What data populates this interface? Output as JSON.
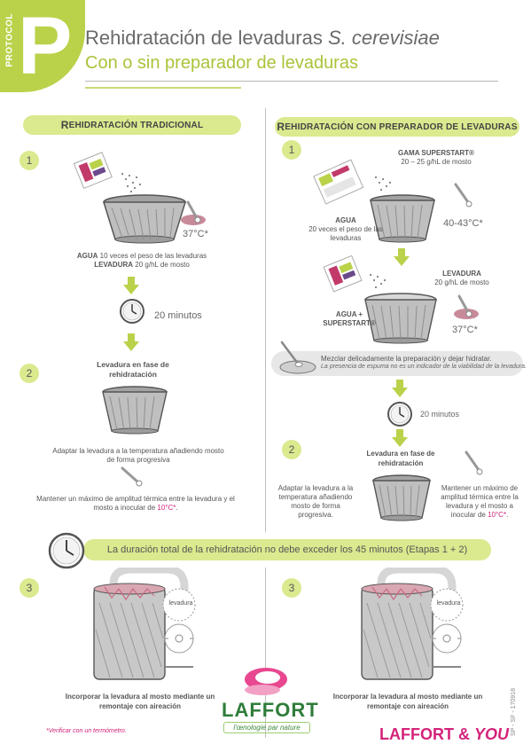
{
  "header": {
    "protocol_label": "PROTOCOL",
    "protocol_letter": "P",
    "title_main": "Rehidratación de levaduras ",
    "title_species": "S. cerevisiae",
    "subtitle": "Con o sin preparador de levaduras"
  },
  "left": {
    "heading_cap": "R",
    "heading_rest": "ehidratación tradicional",
    "step1": {
      "number": "1",
      "temperature": "37°C*",
      "agua_label": "AGUA",
      "agua_text": " 10 veces el peso de las levaduras",
      "levadura_label": "LEVADURA",
      "levadura_text": " 20 g/hL de mosto",
      "minutes": "20 minutos"
    },
    "step2": {
      "number": "2",
      "phase_title": "Levadura en fase de rehidratación",
      "adapt_text": "Adaptar la levadura a la temperatura añadiendo mosto de forma progresiva",
      "max_text": "Mantener un máximo de amplitud térmica entre la levadura y el mosto a inocular  de ",
      "max_value": "10°C*",
      "max_end": "."
    },
    "step3": {
      "number": "3",
      "tank_label": "levadura",
      "incorporate_text": "Incorporar la levadura al mosto mediante un remontaje con aireación"
    }
  },
  "right": {
    "heading_cap": "R",
    "heading_rest": "ehidratación con preparador de levaduras",
    "step1": {
      "number": "1",
      "gama_label": "GAMA SUPERSTART",
      "gama_reg": "®",
      "gama_dose": "20 – 25 g/hL de mosto",
      "temperature1": "40-43°C*",
      "agua_label": "AGUA",
      "agua_text": "20 veces el peso de las levaduras",
      "levadura_label": "LEVADURA",
      "levadura_dose": "20 g/hL de mosto",
      "agua_superstart": "AGUA + SUPERSTART®",
      "temperature2": "37°C*",
      "mix_text": "Mezclar delicadamente la preparación y dejar hidratar.",
      "foam_text": "La presencia de espuma no es un indicador de la viabilidad de la levadura.",
      "minutes": "20 minutos"
    },
    "step2": {
      "number": "2",
      "phase_title": "Levadura en fase de rehidratación",
      "adapt_text": "Adaptar la levadura a la temperatura añadiendo mosto de forma progresiva.",
      "max_text": "Mantener un máximo de amplitud térmica entre la levadura  y el mosto a inocular  de ",
      "max_value": "10°C*",
      "max_end": "."
    },
    "step3": {
      "number": "3",
      "tank_label": "levadura",
      "incorporate_text": "Incorporar la levadura al mosto mediante un remontaje con aireación"
    }
  },
  "duration_text": "La duración total de la rehidratación no debe exceder los 45 minutos (Etapas 1 + 2)",
  "footer": {
    "footnote": "*Verificar con un termómetro.",
    "brand": "LAFFORT",
    "tagline": "l'œnologie par nature",
    "brand2": "LAFFORT & ",
    "brand2_you": "YOU",
    "reference": "SP - SF - 170918"
  },
  "colors": {
    "accent_green": "#b9d24a",
    "light_green": "#dbe98f",
    "pink": "#d4237a",
    "dark_green": "#2f7d3a"
  }
}
